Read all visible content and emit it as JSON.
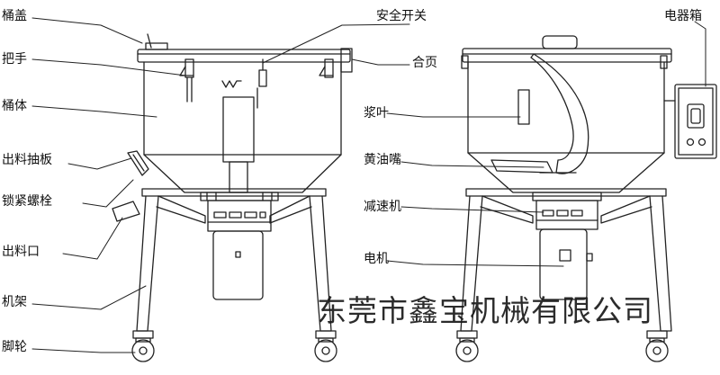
{
  "labels_left": {
    "bucket_lid": "桶盖",
    "handle": "把手",
    "bucket_body": "桶体",
    "discharge_plate": "出料抽板",
    "locking_bolt": "锁紧螺栓",
    "discharge_port": "出料口",
    "frame": "机架",
    "casters": "脚轮"
  },
  "labels_center": {
    "safety_switch": "安全开关",
    "hinge": "合页",
    "paddle": "浆叶",
    "grease_nipple": "黄油嘴",
    "reducer": "减速机",
    "motor": "电机"
  },
  "labels_right": {
    "electrical_box": "电器箱"
  },
  "watermark": "东莞市鑫宝机械有限公司",
  "colors": {
    "line": "#222222",
    "text": "#111111",
    "background": "#ffffff"
  }
}
